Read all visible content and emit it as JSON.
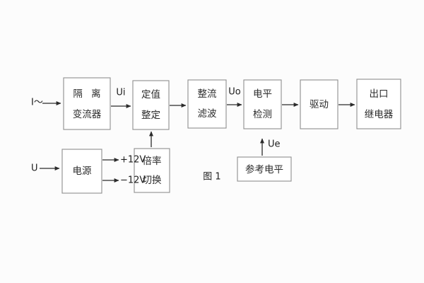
{
  "figure": {
    "caption": "图 1",
    "background_color": "#fcfcfc",
    "box_border_color": "#8e8e8e",
    "line_color": "#2b2b2b",
    "text_color": "#1c1c1c"
  },
  "blocks": {
    "isolation_transformer": {
      "line1": "隔 离",
      "line2": "变流器"
    },
    "setting_value": {
      "line1": "定值",
      "line2": "整定"
    },
    "rectify_filter": {
      "line1": "整流",
      "line2": "滤波"
    },
    "level_detect": {
      "line1": "电平",
      "line2": "检测"
    },
    "driver": {
      "line1": "驱动"
    },
    "output_relay": {
      "line1": "出口",
      "line2": "继电器"
    },
    "power_supply": {
      "line1": "电源"
    },
    "multiplier_switch": {
      "line1": "倍率",
      "line2": "切换"
    },
    "reference_level": {
      "line1": "参考电平"
    }
  },
  "signals": {
    "current_input": "I～",
    "voltage_input": "U",
    "ui": "Ui",
    "uo": "Uo",
    "ue": "Ue",
    "rail_positive": "+12V",
    "rail_negative": "−12V"
  }
}
